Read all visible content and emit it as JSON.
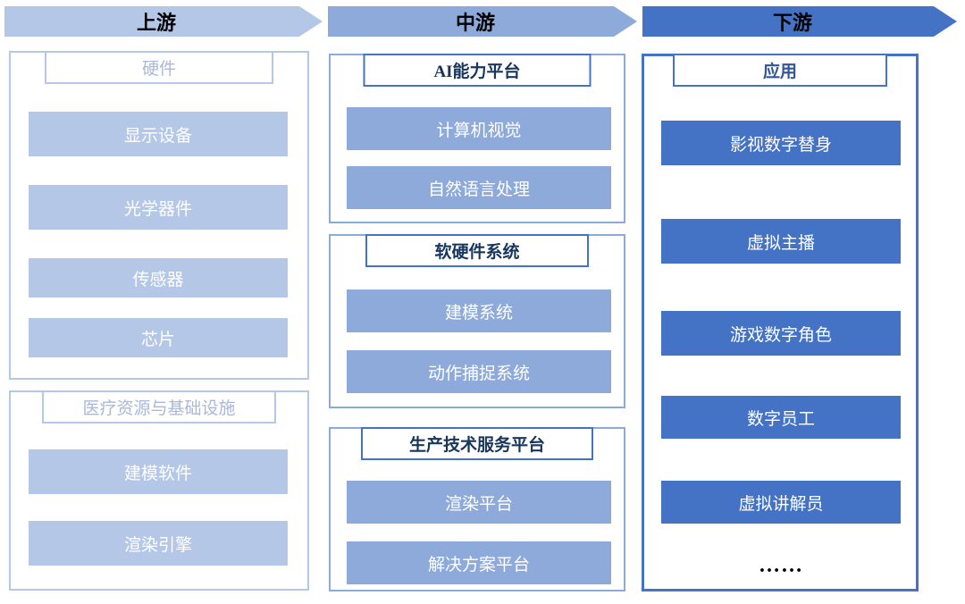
{
  "stages": [
    {
      "label": "上游",
      "color": "#b4c7e7"
    },
    {
      "label": "中游",
      "color": "#8eaadb"
    },
    {
      "label": "下游",
      "color": "#4472c4"
    }
  ],
  "upstream": {
    "groups": [
      {
        "title": "硬件",
        "items": [
          "显示设备",
          "光学器件",
          "传感器",
          "芯片"
        ]
      },
      {
        "title": "医疗资源与基础设施",
        "items": [
          "建模软件",
          "渲染引擎"
        ]
      }
    ]
  },
  "midstream": {
    "groups": [
      {
        "title": "AI能力平台",
        "items": [
          "计算机视觉",
          "自然语言处理"
        ]
      },
      {
        "title": "软硬件系统",
        "items": [
          "建模系统",
          "动作捕捉系统"
        ]
      },
      {
        "title": "生产技术服务平台",
        "items": [
          "渲染平台",
          "解决方案平台"
        ]
      }
    ]
  },
  "downstream": {
    "groups": [
      {
        "title": "应用",
        "items": [
          "影视数字替身",
          "虚拟主播",
          "游戏数字角色",
          "数字员工",
          "虚拟讲解员",
          "……"
        ]
      }
    ]
  },
  "colors": {
    "light": "#b4c7e7",
    "medium": "#8eaadb",
    "dark": "#4472c4"
  }
}
